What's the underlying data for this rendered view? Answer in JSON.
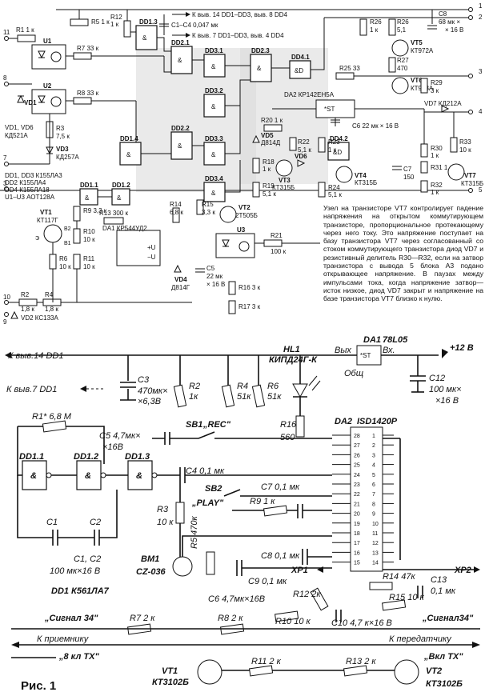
{
  "top": {
    "title_vcc": "К выв. 14 DD1–DD3, выв. 8 DD4",
    "title_gnd": "К выв. 7 DD1–DD3, выв. 4 DD4",
    "c1c4": "C1–C4 0,047 мк",
    "terminals": [
      "1",
      "2",
      "3",
      "4",
      "5",
      "6",
      "7",
      "8",
      "9",
      "10",
      "11"
    ],
    "parts_list": [
      "DD1, DD3 К155ЛА3",
      "DD2 К155ЛА4",
      "DD4 К155ЛА18",
      "U1–U3 АОТ128А"
    ],
    "resistors": {
      "r1": "R1 1 к",
      "r5": "R5 1 к",
      "r7": "R7 33 к",
      "r8": "R8 33 к",
      "r3": "R3",
      "r3v": "7,5 к",
      "r12": "R12",
      "r12v": "1 к",
      "r9": "R9 3,3 к",
      "r10": "R10",
      "r10v": "10 к",
      "r13": "R13 300 к",
      "r14": "R14",
      "r14v": "6,8 к",
      "r15": "R15",
      "r15v": "3,3 к",
      "r6": "R6",
      "r6v": "10 к",
      "r11": "R11",
      "r11v": "10 к",
      "r2": "R2",
      "r2v": "1,8 к",
      "r4": "R4",
      "r4v": "1,8 к",
      "r16": "R16 3 к",
      "r17": "R17 3 к",
      "r21": "R21",
      "r21v": "100 к",
      "r18": "R18",
      "r18v": "1 к",
      "r19": "R19",
      "r19v": "5,1 к",
      "r20": "R20 1 к",
      "r22": "R22",
      "r22v": "5,1 к",
      "r23": "R23",
      "r23v": "1 к",
      "r24": "R24",
      "r24v": "5,1 к",
      "r25": "R25 33",
      "r26a": "R26",
      "r26av": "1 к",
      "r26b": "R26",
      "r26bv": "5,1",
      "r27": "R27",
      "r27v": "470",
      "r29": "R29",
      "r29v": "3 к",
      "r30": "R30",
      "r30v": "1 к",
      "r31": "R31 1 к",
      "r32": "R32",
      "r32v": "1 к",
      "r33": "R33",
      "r33v": "10 к"
    },
    "semis": {
      "vd1": "VD1",
      "vd1vd6": "VD1, VD6",
      "vd1type": "КД521А",
      "vd3": "VD3",
      "vd3type": "КД257А",
      "vd2": "VD2 КС133А",
      "vd4": "VD4",
      "vd4type": "Д814Г",
      "vd5": "VD5",
      "vd5type": "Д814Д",
      "vd6": "VD6",
      "vd7": "VD7 КД212А",
      "vt1": "VT1",
      "vt1type": "КТ117Г",
      "vt2": "VT2",
      "vt2type": "2Т505Б",
      "vt3": "VT3",
      "vt3type": "КТ315Б",
      "vt4": "VT4",
      "vt4type": "КТ315Б",
      "vt5": "VT5",
      "vt5type": "КТ972А",
      "vt6": "VT6",
      "vt6type": "КТ973А",
      "vt7": "VT7",
      "vt7type": "КТ315Б",
      "u1": "U1",
      "u2": "U2",
      "u3": "U3",
      "da1": "DA1 КР544УД2",
      "da2": "DA2 КР142ЕН5А",
      "st": "*ST"
    },
    "caps": {
      "c5": "C5",
      "c5v": "22 мк",
      "c5v2": "× 16 В",
      "c6": "C6 22 мк × 16 В",
      "c7": "C7",
      "c7v": "150",
      "c8": "C8",
      "c8v": "68 мк ×",
      "c8v2": "× 16 В"
    },
    "gates": [
      "DD1.3",
      "DD2.1",
      "DD3.1",
      "DD2.3",
      "DD4.1",
      "DD3.2",
      "DD1.4",
      "DD2.2",
      "DD3.3",
      "DD1.1",
      "DD1.2",
      "DD3.4",
      "DD4.2"
    ],
    "pins": {
      "b1": "B1",
      "b2": "B2",
      "e": "Э",
      "amp": "&",
      "ampd": "&D"
    }
  },
  "paragraph": "Узел на транзисторе VT7 контролирует падение напряжения на открытом коммутирующем транзисторе, пропорциональное протекающему через него току. Это напряжение поступает на базу транзистора VT7 через согласованный со стоком коммутирующего транзистора диод VD7 и резистивный делитель R30—R32, если на затвор транзистора с вывода 5 блока А3 подано открывающее напряжение. В паузах между импульсами тока, когда напряжение затвор—исток низкое, диод VD7 закрыт и напряжение на базе транзистора VT7 близко к нулю.",
  "bottom": {
    "to_dd1_14": "К выв.14 DD1",
    "to_dd1_7": "К выв.7 DD1",
    "c3": "C3",
    "c3v": "470мк×",
    "c3v2": "×6,3В",
    "r2": "R2",
    "r2v": "1к",
    "r4": "R4",
    "r4v": "51к",
    "r6": "R6",
    "r6v": "51к",
    "hl1": "HL1",
    "hl1type": "КИПД24Г-К",
    "da1": "DA1",
    "da1type": "78L05",
    "vyh": "Вых",
    "vh": "Вх.",
    "st": "*ST",
    "obsch": "Общ",
    "plus12": "+12 В",
    "c12": "C12",
    "c12v": "100 мк×",
    "c12v2": "×16 В",
    "r1": "R1* 6,8 М",
    "dd11": "DD1.1",
    "dd12": "DD1.2",
    "dd13": "DD1.3",
    "c5": "C5 4,7мк×",
    "c5v2": "×16В",
    "sb1": "SB1",
    "rec": "„REC\"",
    "r16": "R16",
    "r16v": "560",
    "da2": "DA2",
    "da2type": "ISD1420P",
    "c4": "C4 0,1 мк",
    "r3": "R3",
    "r3v": "10 к",
    "sb2": "SB2",
    "play": "„PLAY\"",
    "c7": "C7 0,1 мк",
    "r9": "R9 1 к",
    "c1": "C1",
    "c2": "C2",
    "c1c2": "C1, C2",
    "c1c2v": "100 мк×16 В",
    "bm1": "BM1",
    "bm1type": "CZ-036",
    "r5": "R5 470к",
    "c8": "C8 0,1 мк",
    "c9": "C9 0,1 мк",
    "c6": "C6 4,7мк×16В",
    "xp1": "XP1",
    "xp2": "XP2",
    "r14": "R14 47к",
    "c13": "C13",
    "c13v": "0,1 мк",
    "r12": "R12 2к",
    "r15": "R15 10 к",
    "dd1type": "DD1  К561ЛА7",
    "sig34_left": "„Сигнал 34\"",
    "sig34_right": "„Сигнал34\"",
    "r7": "R7 2 к",
    "r8": "R8 2 к",
    "r10": "R10 10 к",
    "c10": "C10 4,7 к×16 В",
    "to_rx": "К приемнику",
    "to_tx": "К передатчику",
    "tx8": "„8 кл TX\"",
    "txon": "„Вкл TX\"",
    "vt1": "VT1",
    "vt1type": "КТ3102Б",
    "r11": "R11 2 к",
    "r13": "R13 2 к",
    "vt2": "VT2",
    "vt2type": "КТ3102Б",
    "da2_pins_left": [
      "28",
      "27",
      "26",
      "25",
      "24",
      "23",
      "22",
      "21",
      "20",
      "19",
      "18",
      "17",
      "16",
      "15"
    ],
    "da2_pins_right": [
      "1",
      "2",
      "3",
      "4",
      "5",
      "6",
      "7",
      "8",
      "9",
      "10",
      "11",
      "12",
      "13",
      "14"
    ],
    "fig": "Рис. 1"
  }
}
